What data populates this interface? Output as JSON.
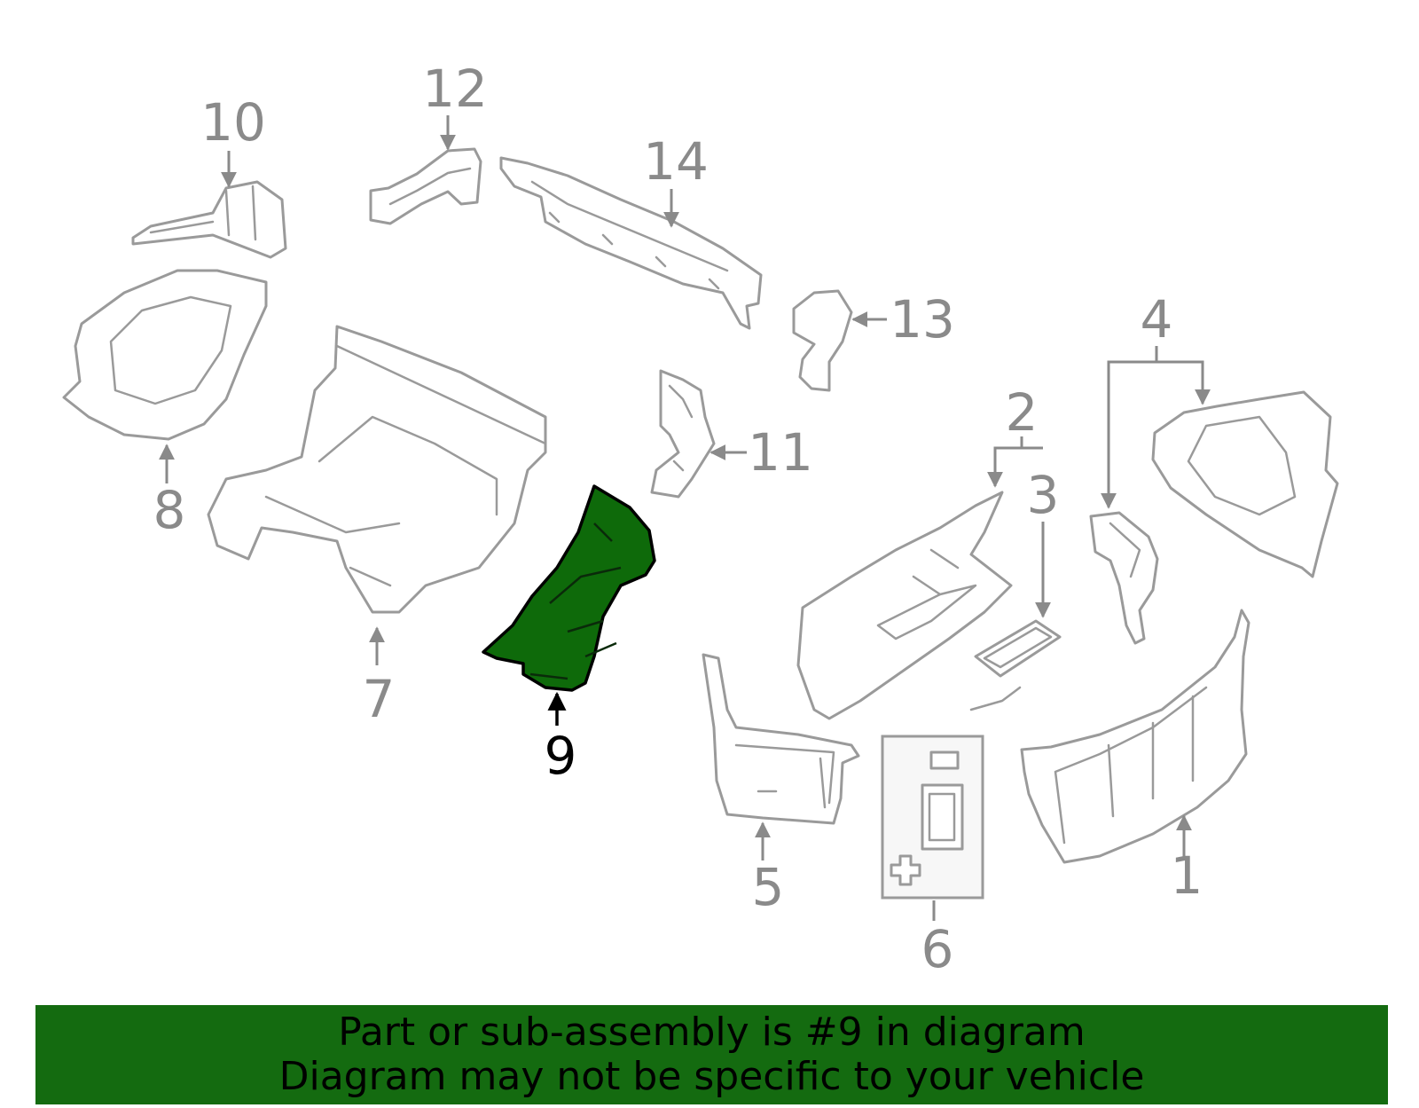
{
  "diagram": {
    "highlighted_part": "9",
    "highlight_color": "#1b6e14",
    "highlight_fill": "#0e6a0a",
    "callouts": [
      "1",
      "2",
      "3",
      "4",
      "5",
      "6",
      "7",
      "8",
      "9",
      "10",
      "11",
      "12",
      "13",
      "14"
    ]
  },
  "banner": {
    "background": "#146b10",
    "line1": "Part or sub-assembly is #9 in diagram",
    "line2": "Diagram may not be specific to your vehicle"
  }
}
